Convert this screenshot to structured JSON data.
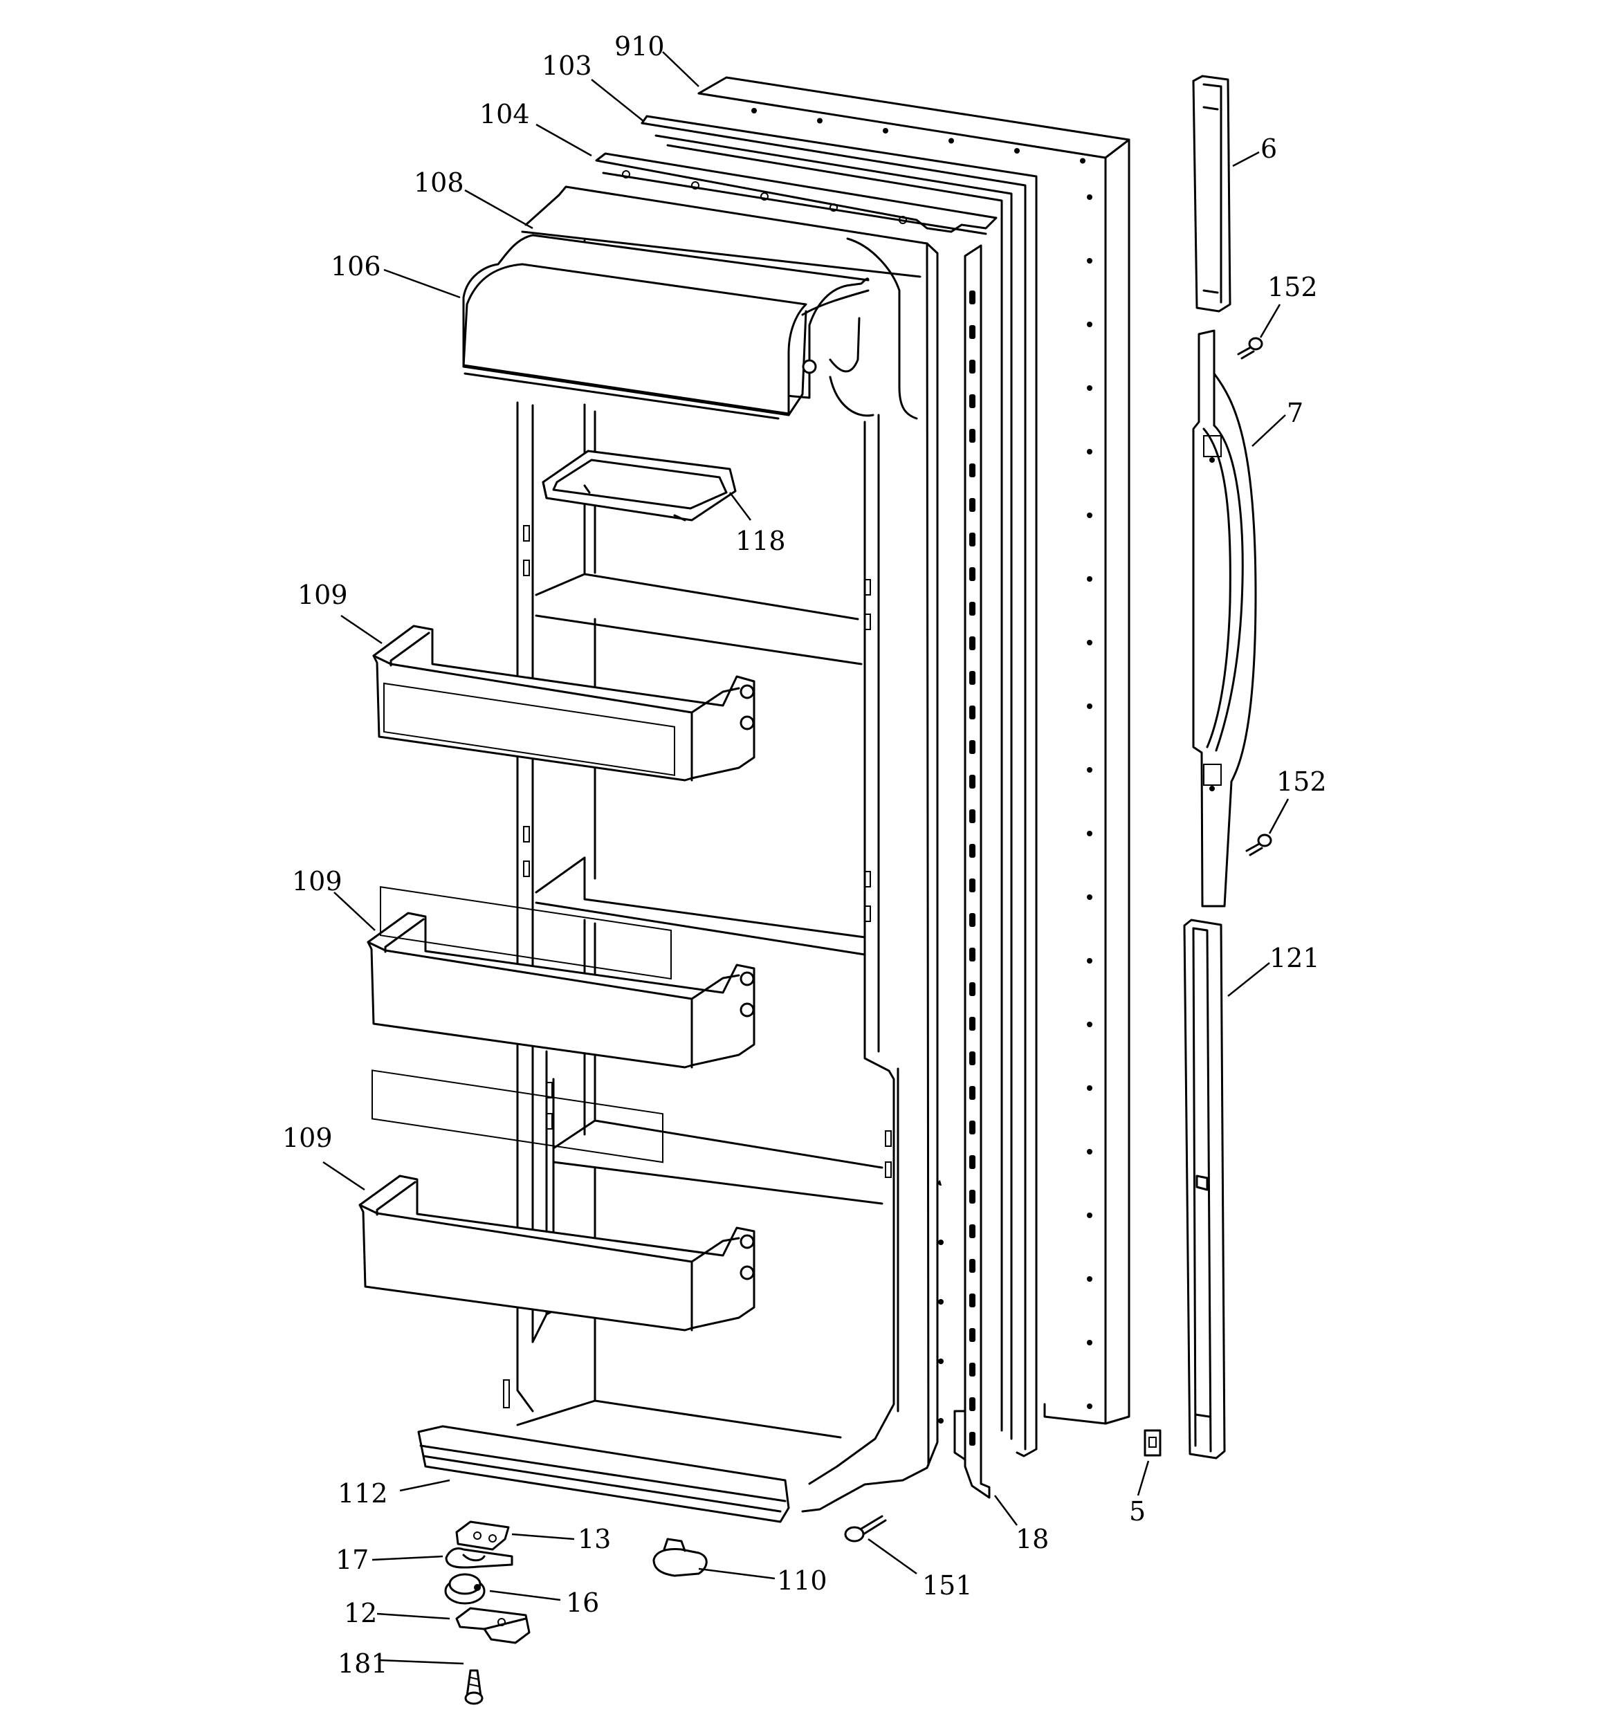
{
  "colors": {
    "line": "#000000",
    "background": "#ffffff"
  },
  "callouts": [
    {
      "id": "910",
      "label": "910"
    },
    {
      "id": "103",
      "label": "103"
    },
    {
      "id": "104",
      "label": "104"
    },
    {
      "id": "108",
      "label": "108"
    },
    {
      "id": "106",
      "label": "106"
    },
    {
      "id": "118",
      "label": "118"
    },
    {
      "id": "109a",
      "label": "109"
    },
    {
      "id": "109b",
      "label": "109"
    },
    {
      "id": "109c",
      "label": "109"
    },
    {
      "id": "112",
      "label": "112"
    },
    {
      "id": "13",
      "label": "13"
    },
    {
      "id": "17",
      "label": "17"
    },
    {
      "id": "16",
      "label": "16"
    },
    {
      "id": "12",
      "label": "12"
    },
    {
      "id": "181",
      "label": "181"
    },
    {
      "id": "110",
      "label": "110"
    },
    {
      "id": "151",
      "label": "151"
    },
    {
      "id": "18",
      "label": "18"
    },
    {
      "id": "5",
      "label": "5"
    },
    {
      "id": "6",
      "label": "6"
    },
    {
      "id": "152a",
      "label": "152"
    },
    {
      "id": "7",
      "label": "7"
    },
    {
      "id": "152b",
      "label": "152"
    },
    {
      "id": "121",
      "label": "121"
    }
  ]
}
